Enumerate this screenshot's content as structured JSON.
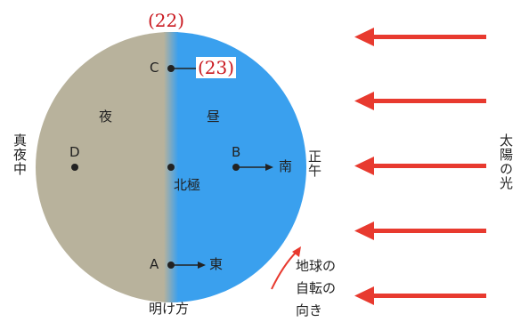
{
  "colors": {
    "night": "#b8b29c",
    "day": "#3aa0ee",
    "arrow": "#e83a2f",
    "question": "#c9171e"
  },
  "question_labels": [
    "(22)",
    "(23)"
  ],
  "points": {
    "a": "A",
    "b": "B",
    "c": "C",
    "d": "D"
  },
  "regions": {
    "night": "夜",
    "day": "昼"
  },
  "center": "北極",
  "directions": {
    "east": "東",
    "south": "南"
  },
  "times": {
    "midnight": "真夜中",
    "noon": "正午",
    "dawn": "明け方"
  },
  "sunlight": "太陽の光",
  "rotation": {
    "line1": "地球の",
    "line2": "自転の",
    "line3": "向き"
  },
  "icons": {
    "sun_rays": "right-to-left-arrow-icon",
    "rotation": "curved-arrow-icon"
  }
}
